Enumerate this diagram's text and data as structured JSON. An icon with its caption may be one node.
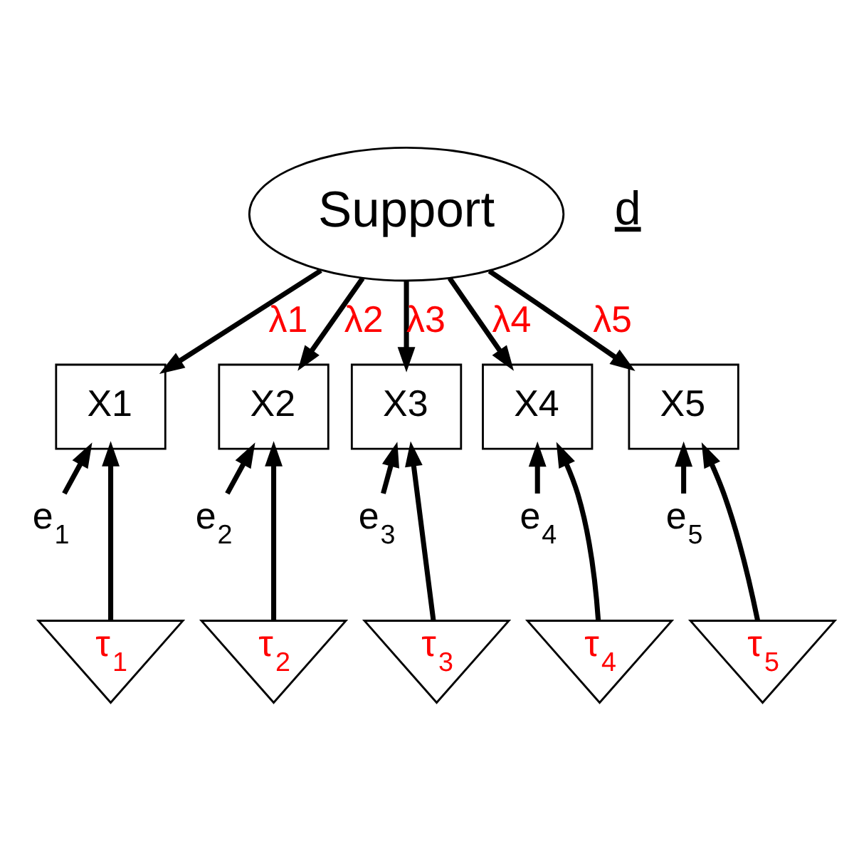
{
  "diagram": {
    "nodes": [
      {
        "text": [
          "Support"
        ]
      },
      {
        "text": [
          "X1"
        ]
      },
      {
        "text": [
          "X2"
        ]
      },
      {
        "text": [
          "X3"
        ]
      },
      {
        "text": [
          "X4"
        ]
      },
      {
        "text": [
          "X5"
        ]
      },
      {
        "text": [
          "e$_{1}$"
        ]
      },
      {
        "text": [
          "e$_{2}$"
        ]
      },
      {
        "text": [
          "e$_{3}$"
        ]
      },
      {
        "text": [
          "e$_{4}$"
        ]
      },
      {
        "text": [
          "e$_{5}$"
        ]
      },
      {
        "text": [
          "τ$_{1}$"
        ]
      },
      {
        "text": [
          "τ$_{2}$"
        ]
      },
      {
        "text": [
          "τ$_{3}$"
        ]
      },
      {
        "text": [
          "τ$_{4}$"
        ]
      },
      {
        "text": [
          "τ$_{5}$"
        ]
      }
    ],
    "edges": [
      {
        "from": 0,
        "to": 1,
        "arrow": "to",
        "label": "λ1"
      },
      {
        "from": 0,
        "to": 2,
        "arrow": "to",
        "label": "λ2"
      },
      {
        "from": 0,
        "to": 3,
        "arrow": "to",
        "label": "λ3"
      },
      {
        "from": 0,
        "to": 4,
        "arrow": "to",
        "label": "λ4"
      },
      {
        "from": 0,
        "to": 5,
        "arrow": "to",
        "label": "λ5"
      },
      {
        "from": 6,
        "to": 1,
        "arrow": "to"
      },
      {
        "from": 7,
        "to": 2,
        "arrow": "to"
      },
      {
        "from": 8,
        "to": 3,
        "arrow": "to"
      },
      {
        "from": 9,
        "to": 4,
        "arrow": "to"
      },
      {
        "from": 10,
        "to": 5,
        "arrow": "to"
      },
      {
        "from": 11,
        "to": 1,
        "arrow": "to"
      },
      {
        "from": 12,
        "to": 2,
        "arrow": "to"
      },
      {
        "from": 13,
        "to": 3,
        "arrow": "to"
      },
      {
        "from": 14,
        "to": 4,
        "arrow": "to"
      },
      {
        "from": 15,
        "to": 5,
        "arrow": "to"
      }
    ],
    "labels": [
      "d"
    ]
  }
}
